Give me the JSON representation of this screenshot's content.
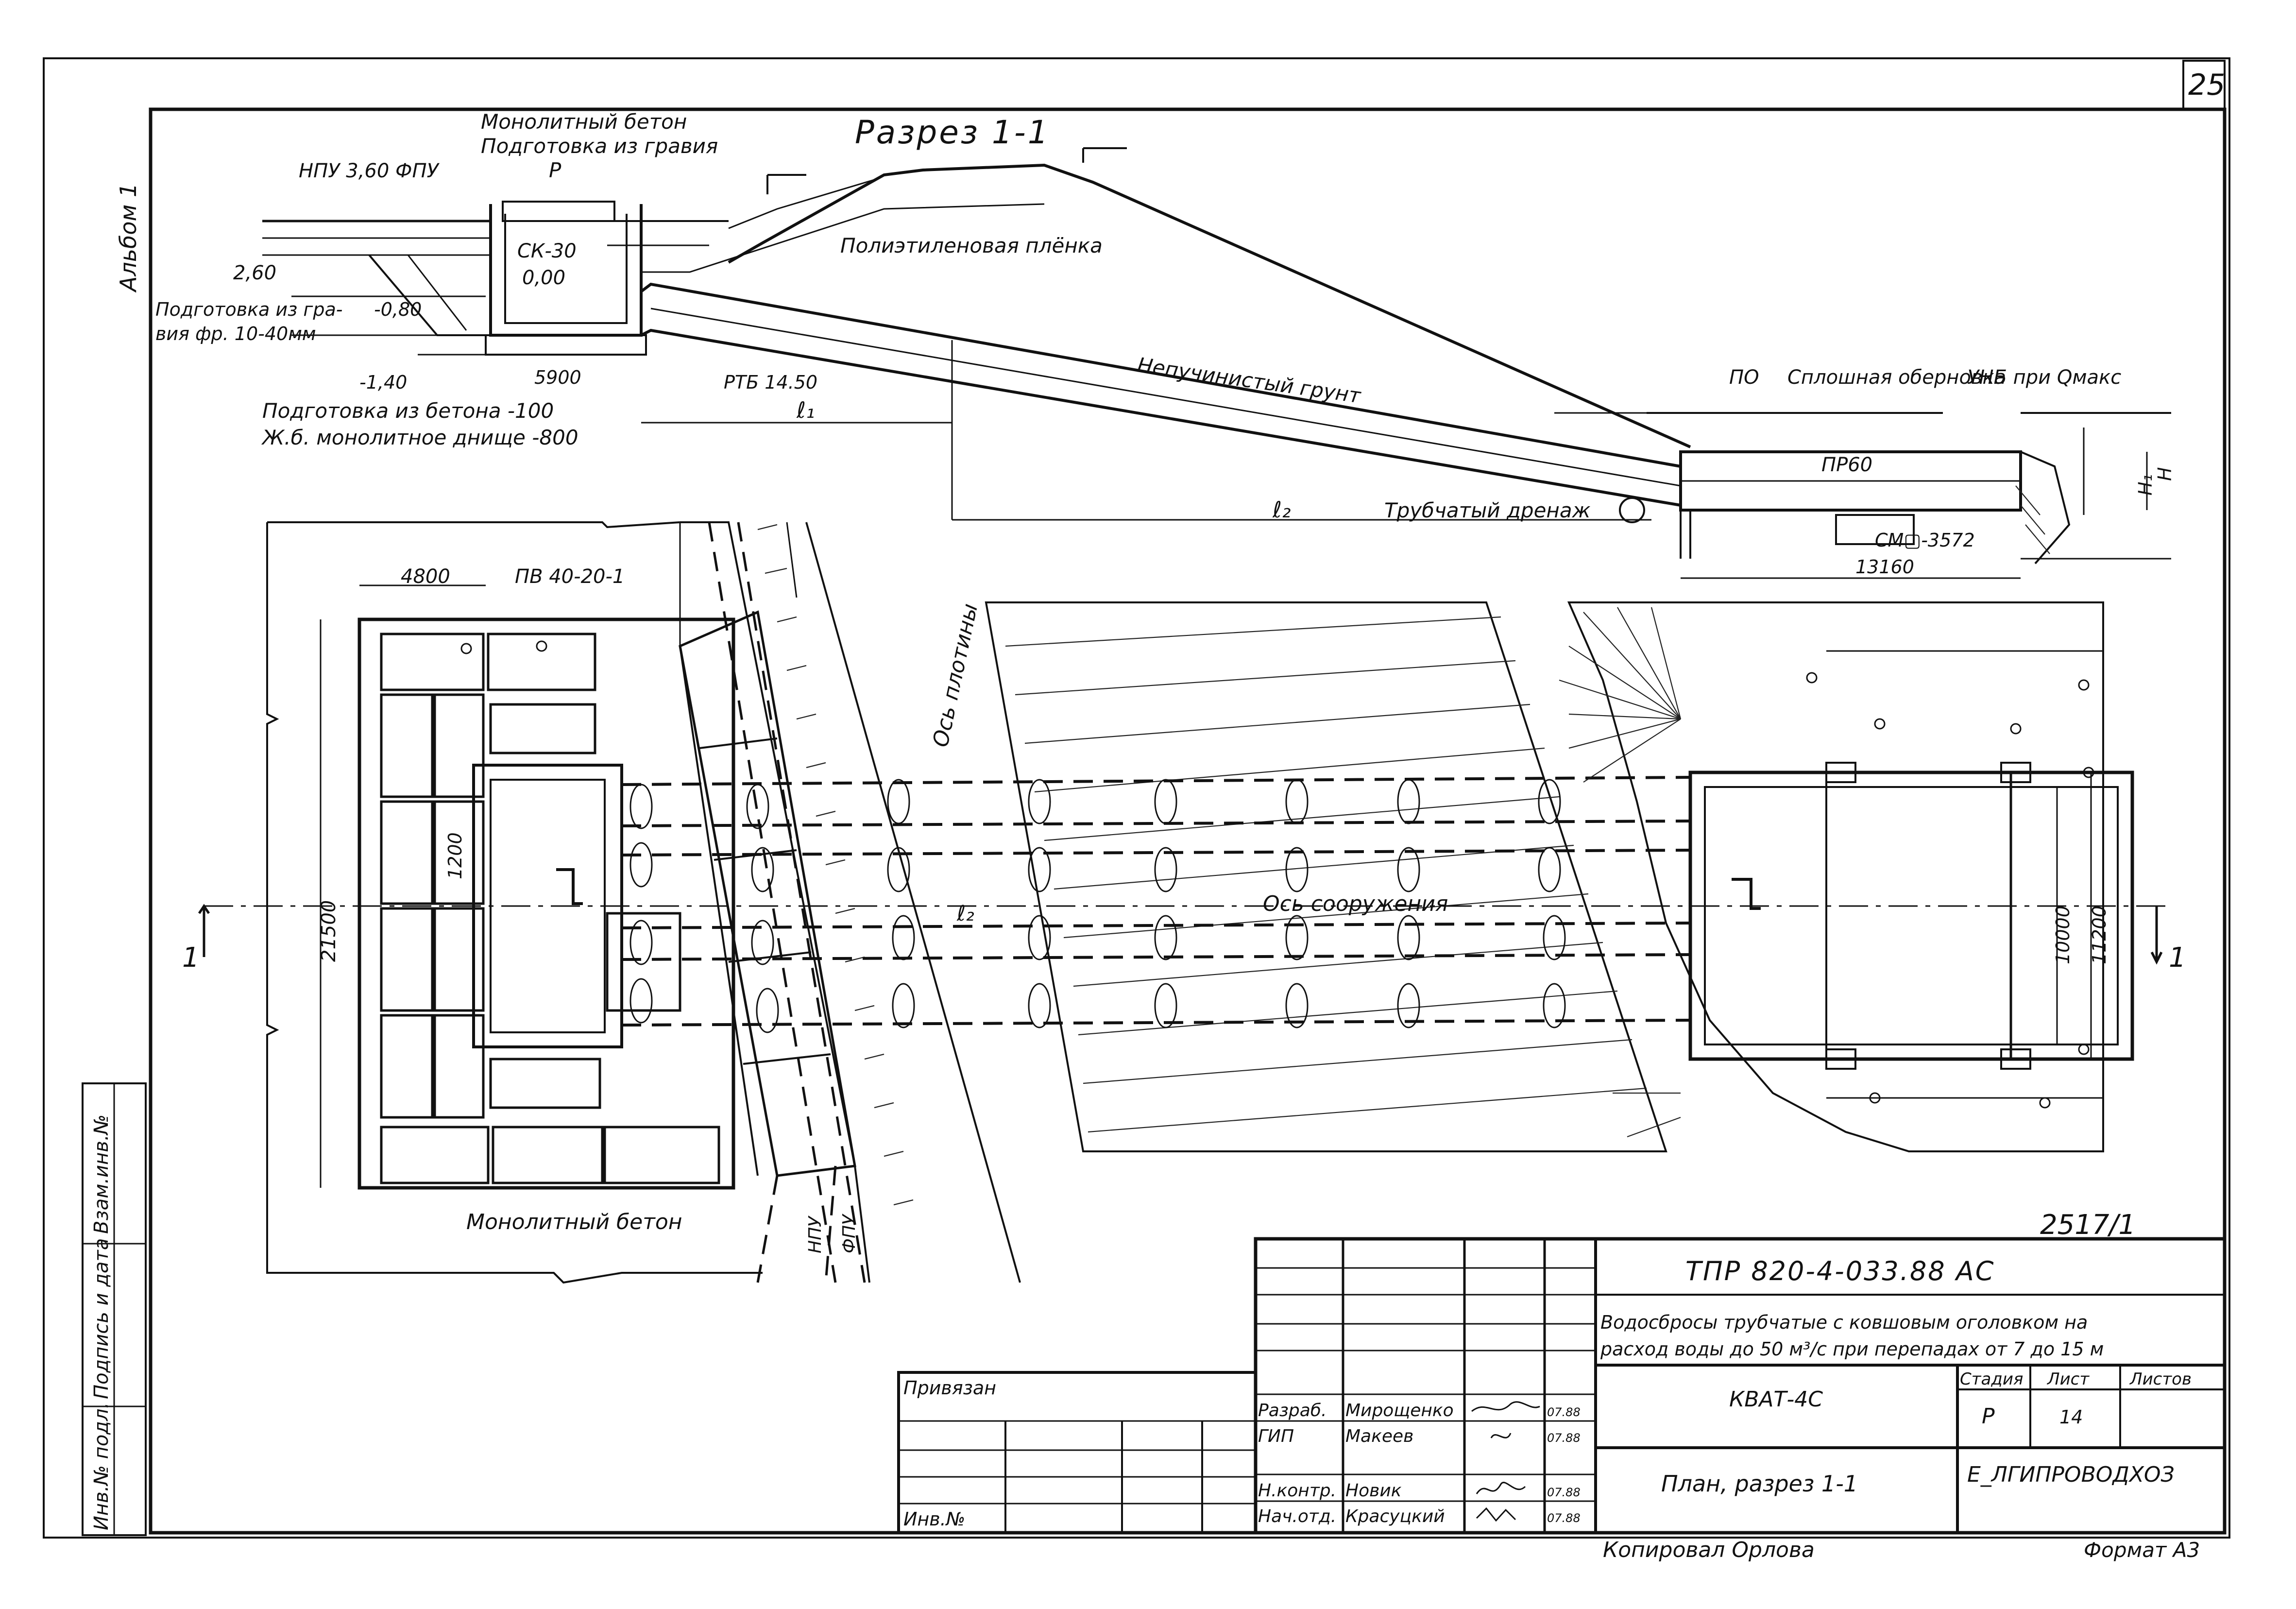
{
  "sheet": {
    "number": "25",
    "album": "Альбом 1",
    "code_stamp": "2517/1"
  },
  "section": {
    "title": "Разрез 1-1",
    "labels": {
      "monolith_concrete": "Монолитный бетон",
      "gravel_prep": "Подготовка из гравия",
      "p_mark": "Р",
      "npu_fpu": "НПУ 3,60   ФПУ",
      "elev_260": "2,60",
      "sk30": "СК-30",
      "elev_000": "0,00",
      "gravel_prep_2a": "Подготовка из гра-",
      "gravel_prep_2b": "вия фр. 10-40мм",
      "elev_m080": "-0,80",
      "elev_m140": "-1,40",
      "dim_5900": "5900",
      "concrete_prep": "Подготовка из бетона -100",
      "rc_bottom": "Ж.б. монолитное днище -800",
      "pipe_rtb": "РТБ 14.50",
      "l1": "ℓ₁",
      "l2": "ℓ₂",
      "film": "Полиэтиленовая плёнка",
      "soil": "Непучинистый грунт",
      "po": "ПО",
      "wrap": "Сплошная обернoвка",
      "unb": "УНБ при Qмакс",
      "pr60": "ПР60",
      "drain": "Трубчатый дренаж",
      "sm": "СМ▢-3572",
      "dim_13160": "13160",
      "h": "Н",
      "h1": "Н₁"
    }
  },
  "plan": {
    "dim_4800": "4800",
    "pv": "ПВ 40-20-1",
    "dim_21500": "21500",
    "dim_1200": "1200",
    "dam_axis": "Ось плотины",
    "structure_axis": "Ось сооружения",
    "l2": "ℓ₂",
    "dim_10000": "10000",
    "dim_11200": "11200",
    "section_mark_left": "1",
    "section_mark_right": "1",
    "monolith_concrete": "Монолитный бетон",
    "npu": "НПУ",
    "fpu": "ФПУ"
  },
  "side_stamp": {
    "inv_podl": "Инв.№ подл.",
    "sign_date": "Подпись и дата",
    "vzam": "Взам.инв.№"
  },
  "title_block": {
    "code": "ТПР 820-4-033.88    АС",
    "description_1": "Водосбросы трубчатые с ковшовым оголовком на",
    "description_2": "расход воды до 50 м³/с при перепадах от 7 до 15 м",
    "privyazan": "Привязан",
    "inv_no": "Инв.№",
    "project": "КВАТ-4С",
    "sheet_name": "План, разрез 1-1",
    "org": "Е_ЛГИПРОВОДХОЗ",
    "stage_h": "Стадия",
    "list_h": "Лист",
    "lists_h": "Листов",
    "stage": "Р",
    "list": "14",
    "roles": [
      {
        "role": "Разраб.",
        "name": "Мирощенко",
        "date": "07.88"
      },
      {
        "role": "ГИП",
        "name": "Макеев",
        "date": "07.88"
      },
      {
        "role": "Н.контр.",
        "name": "Новик",
        "date": "07.88"
      },
      {
        "role": "Нач.отд.",
        "name": "Красуцкий",
        "date": "07.88"
      }
    ],
    "copied": "Копировал Орлова",
    "format": "Формат А3"
  }
}
